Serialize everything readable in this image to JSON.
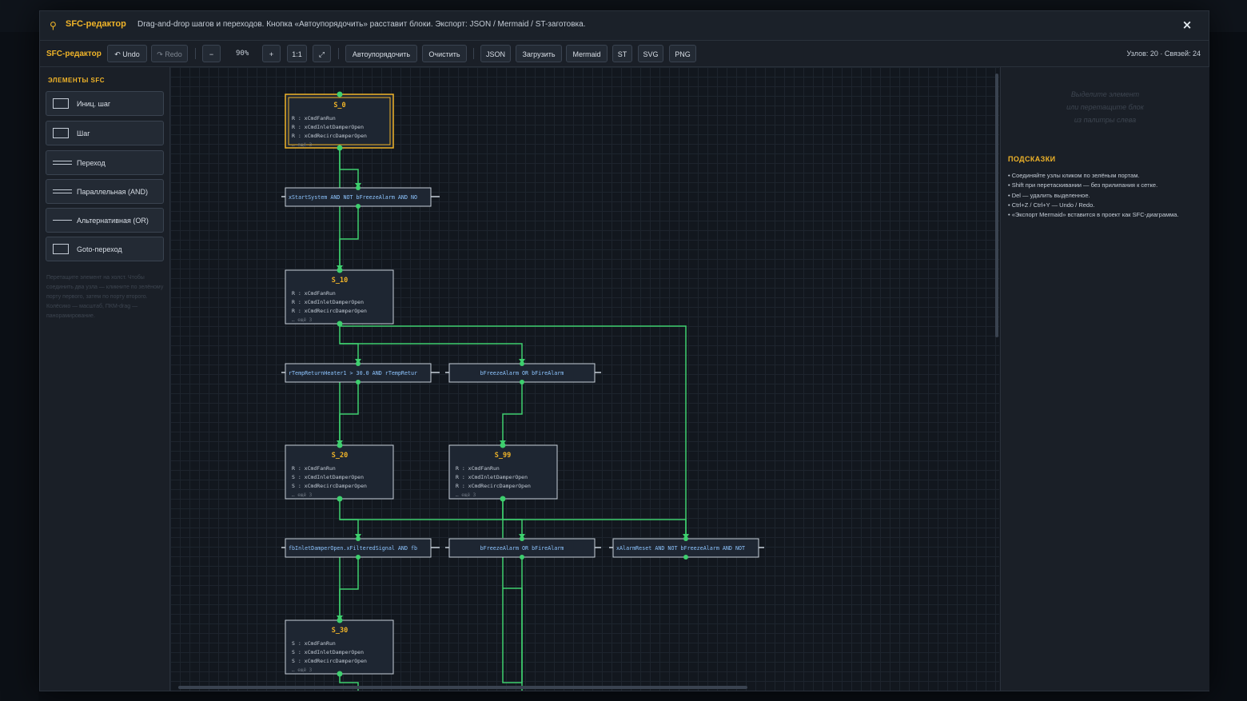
{
  "window": {
    "title": "SFC-редактор",
    "description": "Drag-and-drop шагов и переходов. Кнопка «Автоупорядочить» расставит блоки. Экспорт: JSON / Mermaid / ST-заготовка.",
    "close_label": "×"
  },
  "toolbar": {
    "label": "SFC-редактор",
    "undo": "↶ Undo",
    "redo": "↷ Redo",
    "zoom_out": "−",
    "zoom_value": "90%",
    "zoom_in": "+",
    "zoom_reset": "1:1",
    "fit": "⤢",
    "auto_layout": "Автоупорядочить",
    "clear": "Очистить",
    "json": "JSON",
    "load": "Загрузить",
    "mermaid": "Mermaid",
    "st": "ST",
    "svg": "SVG",
    "png": "PNG",
    "stats": "Узлов: 20 · Связей: 24"
  },
  "palette": {
    "title": "ЭЛЕМЕНТЫ SFC",
    "items": [
      {
        "label": "Иниц. шаг",
        "icon": "box"
      },
      {
        "label": "Шаг",
        "icon": "box"
      },
      {
        "label": "Переход",
        "icon": "double-line"
      },
      {
        "label": "Параллельная (AND)",
        "icon": "double-line"
      },
      {
        "label": "Альтернативная (OR)",
        "icon": "single-line"
      },
      {
        "label": "Goto-переход",
        "icon": "box"
      }
    ],
    "help": "Перетащите элемент на холст. Чтобы соединить два узла — кликните по зелёному порту первого, затем по порту второго. Колёсико — масштаб, ПКМ-drag — панорамирование."
  },
  "props": {
    "empty": "Выделите элемент\nили перетащите блок\nиз палитры слева",
    "hints_title": "ПОДСКАЗКИ",
    "hints": [
      "• Соединяйте узлы кликом по зелёным портам.",
      "• Shift при перетаскивании — без прилипания к сетке.",
      "• Del — удалить выделенное.",
      "• Ctrl+Z / Ctrl+Y — Undo / Redo.",
      "• «Экспорт Mermaid» вставится в проект как SFC-диаграмма."
    ]
  },
  "diagram": {
    "more_label": "… ещё 3",
    "steps": [
      {
        "id": "S_0",
        "initial": true,
        "actions": [
          "R : xCmdFanRun",
          "R : xCmdInletDamperOpen",
          "R : xCmdRecircDamperOpen"
        ]
      },
      {
        "id": "S_10",
        "initial": false,
        "actions": [
          "R : xCmdFanRun",
          "R : xCmdInletDamperOpen",
          "R : xCmdRecircDamperOpen"
        ]
      },
      {
        "id": "S_20",
        "initial": false,
        "actions": [
          "R : xCmdFanRun",
          "S : xCmdInletDamperOpen",
          "S : xCmdRecircDamperOpen"
        ]
      },
      {
        "id": "S_99",
        "initial": false,
        "actions": [
          "R : xCmdFanRun",
          "R : xCmdInletDamperOpen",
          "R : xCmdRecircDamperOpen"
        ]
      },
      {
        "id": "S_30",
        "initial": false,
        "actions": [
          "S : xCmdFanRun",
          "S : xCmdInletDamperOpen",
          "S : xCmdRecircDamperOpen"
        ]
      }
    ],
    "transitions": [
      {
        "condition": "xStartSystem AND NOT bFreezeAlarm AND NO"
      },
      {
        "condition": "rTempReturnHeater1 > 30.0 AND rTempRetur"
      },
      {
        "condition": "bFreezeAlarm OR bFireAlarm"
      },
      {
        "condition": "fbInletDamperOpen.xFilteredSignal AND fb"
      },
      {
        "condition": "bFreezeAlarm OR bFireAlarm"
      },
      {
        "condition": "xAlarmReset AND NOT bFreezeAlarm AND NOT"
      }
    ],
    "colors": {
      "wire": "#3ecf6e",
      "initial_border": "#f0b429",
      "step_title": "#f0b429",
      "transition_text": "#8ec5ff",
      "node_bg": "#1e2632",
      "node_border": "#c8d0da"
    }
  }
}
